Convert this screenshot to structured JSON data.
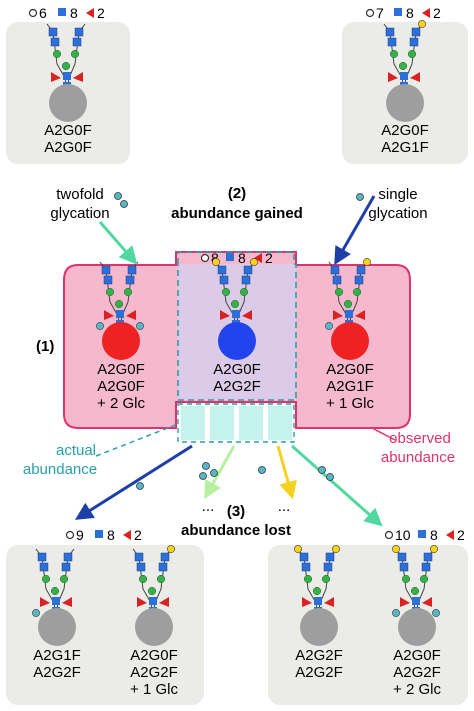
{
  "glycan_panels": {
    "top_left": {
      "counts": {
        "circles": "6",
        "squares": "8",
        "triangles": "2"
      },
      "line1": "A2G0F",
      "line2": "A2G0F"
    },
    "top_right": {
      "counts": {
        "circles": "7",
        "squares": "8",
        "triangles": "2"
      },
      "line1": "A2G0F",
      "line2": "A2G1F"
    },
    "center_middle": {
      "counts": {
        "circles": "8",
        "squares": "8",
        "triangles": "2"
      },
      "line1": "A2G0F",
      "line2": "A2G2F"
    },
    "center_left": {
      "line1": "A2G0F",
      "line2": "A2G0F",
      "line3": "+ 2 Glc"
    },
    "center_right": {
      "line1": "A2G0F",
      "line2": "A2G1F",
      "line3": "+ 1 Glc"
    },
    "bottom_left": {
      "counts": {
        "circles": "9",
        "squares": "8",
        "triangles": "2"
      },
      "a_line1": "A2G1F",
      "a_line2": "A2G2F",
      "b_line1": "A2G0F",
      "b_line2": "A2G2F",
      "b_line3": "+ 1 Glc"
    },
    "bottom_right": {
      "counts": {
        "circles": "10",
        "squares": "8",
        "triangles": "2"
      },
      "a_line1": "A2G2F",
      "a_line2": "A2G2F",
      "b_line1": "A2G0F",
      "b_line2": "A2G2F",
      "b_line3": "+ 2 Glc"
    }
  },
  "labels": {
    "twofold_line1": "twofold",
    "twofold_line2": "glycation",
    "single_line1": "single",
    "single_line2": "glycation",
    "gained_num": "(2)",
    "gained_text": "abundance gained",
    "lost_num": "(3)",
    "lost_text": "abundance lost",
    "one": "(1)",
    "actual_line1": "actual",
    "actual_line2": "abundance",
    "observed_line1": "observed",
    "observed_line2": "abundance",
    "dots": "..."
  },
  "colors": {
    "panel_bg": "#ebebe8",
    "pink_bg": "#f5b8cc",
    "pink_border": "#e0336e",
    "purple_bg": "#dccbe8",
    "dash_teal": "#2aa0a8",
    "arrow_green": "#4fd9a0",
    "arrow_navy": "#1f3fa8",
    "arrow_lightgreen": "#b8f0a0",
    "arrow_yellow": "#f5d21c",
    "red_circle": "#ee2222",
    "blue_circle": "#2244ee",
    "grey_circle": "#9e9e9e",
    "square_blue": "#2c6fd6",
    "green_circle": "#38b04a",
    "yellow_circle": "#ffd21a",
    "triangle_red": "#d92222",
    "glc_teal": "#56b8c6"
  },
  "icons": [
    "circle-count-icon",
    "square-count-icon",
    "triangle-count-icon",
    "glycan-tree-icon",
    "glucose-icon"
  ]
}
